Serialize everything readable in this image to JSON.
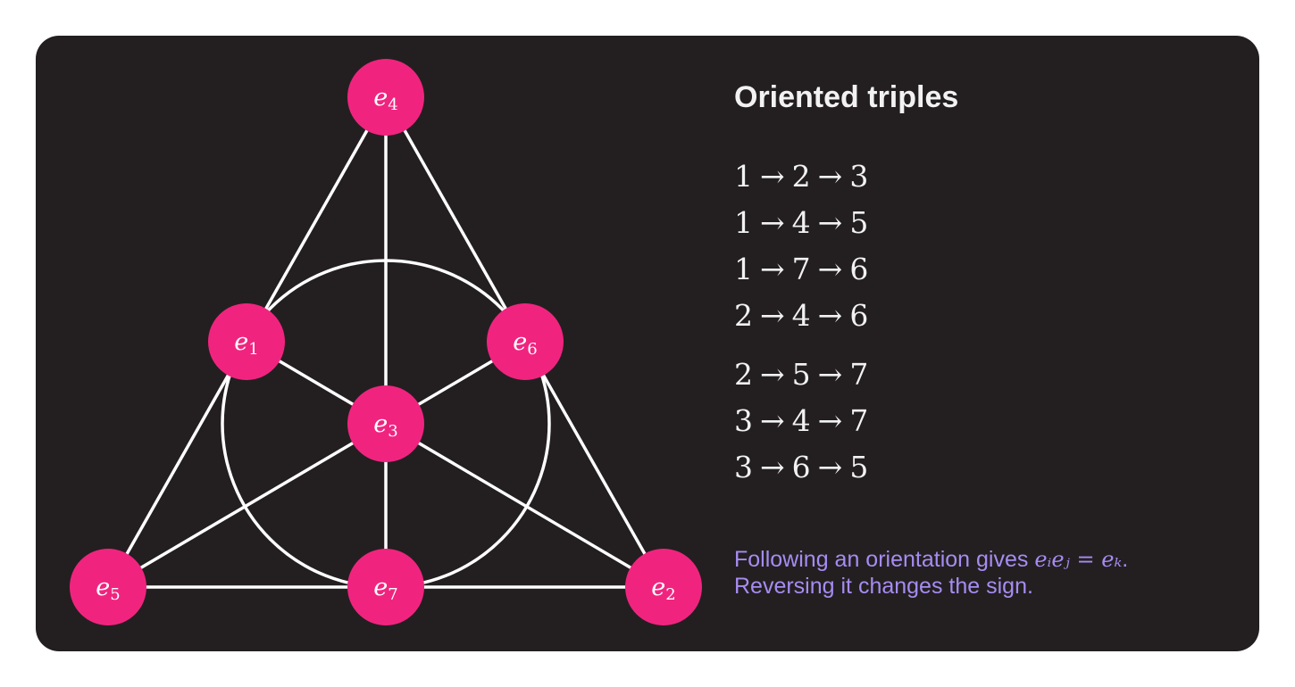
{
  "title": "Oriented triples",
  "nodes": [
    {
      "id": "e4",
      "base": "e",
      "sub": "4"
    },
    {
      "id": "e1",
      "base": "e",
      "sub": "1"
    },
    {
      "id": "e6",
      "base": "e",
      "sub": "6"
    },
    {
      "id": "e3",
      "base": "e",
      "sub": "3"
    },
    {
      "id": "e5",
      "base": "e",
      "sub": "5"
    },
    {
      "id": "e7",
      "base": "e",
      "sub": "7"
    },
    {
      "id": "e2",
      "base": "e",
      "sub": "2"
    }
  ],
  "triples": [
    {
      "a": "1",
      "b": "2",
      "c": "3"
    },
    {
      "a": "1",
      "b": "4",
      "c": "5"
    },
    {
      "a": "1",
      "b": "7",
      "c": "6"
    },
    {
      "a": "2",
      "b": "4",
      "c": "6"
    },
    {
      "a": "2",
      "b": "5",
      "c": "7"
    },
    {
      "a": "3",
      "b": "4",
      "c": "7"
    },
    {
      "a": "3",
      "b": "6",
      "c": "5"
    }
  ],
  "arrow": "→",
  "note": {
    "line1_text": "Following an orientation gives ",
    "line1_math": "eᵢeⱼ = eₖ",
    "line1_end": ".",
    "line2": "Reversing it changes the sign."
  },
  "colors": {
    "background": "#231f20",
    "node": "#f0247f",
    "edge": "#ffffff",
    "note": "#a68cf2",
    "text": "#f2f2f2"
  }
}
